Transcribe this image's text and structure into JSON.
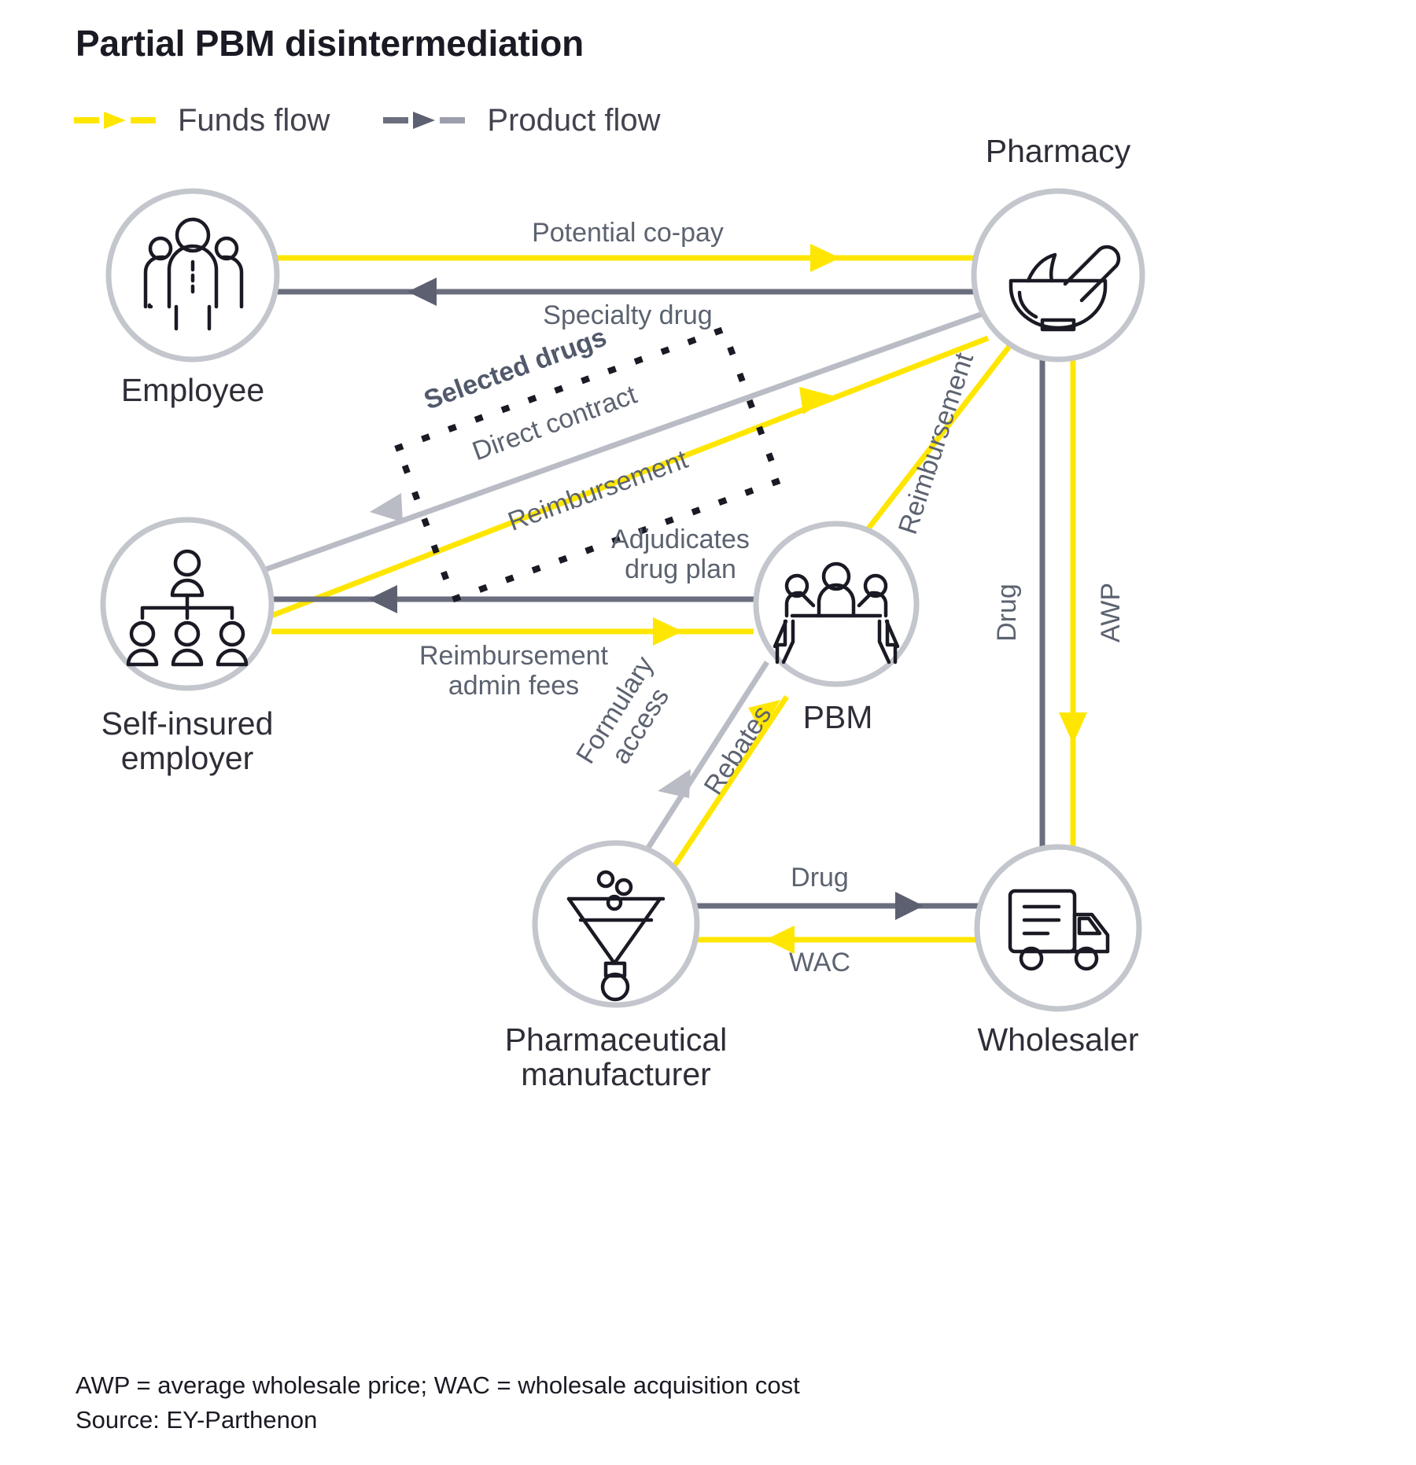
{
  "title": "Partial PBM disintermediation",
  "colors": {
    "funds": "#ffe600",
    "product": "#6b6e7e",
    "product_light": "#b9bcc4",
    "node_ring": "#c4c6cd",
    "label_text": "#5c6370",
    "title_text": "#1a1a24"
  },
  "legend": {
    "items": [
      {
        "label": "Funds flow",
        "key": "arrow-dash-yellow",
        "color": "#ffe600"
      },
      {
        "label": "Product flow",
        "key": "arrow-dash-gray",
        "color": "#6b6e7e"
      }
    ]
  },
  "nodes": [
    {
      "id": "employee",
      "label": "Employee",
      "icon": "people-group-icon"
    },
    {
      "id": "pharmacy",
      "label": "Pharmacy",
      "icon": "mortar-pestle-icon"
    },
    {
      "id": "employer",
      "label": "Self-insured\nemployer",
      "icon": "org-chart-icon"
    },
    {
      "id": "pbm",
      "label": "PBM",
      "icon": "meeting-table-icon"
    },
    {
      "id": "manufacturer",
      "label": "Pharmaceutical\nmanufacturer",
      "icon": "funnel-icon"
    },
    {
      "id": "wholesaler",
      "label": "Wholesaler",
      "icon": "delivery-truck-icon"
    }
  ],
  "edges": [
    {
      "id": "copay",
      "label": "Potential co-pay",
      "flow": "funds",
      "from": "employee",
      "to": "pharmacy"
    },
    {
      "id": "specialty-drug",
      "label": "Specialty drug",
      "flow": "product",
      "from": "pharmacy",
      "to": "employee"
    },
    {
      "id": "direct-contract",
      "label": "Direct contract",
      "flow": "product",
      "from": "pharmacy",
      "to": "employer"
    },
    {
      "id": "selected-drugs",
      "label": "Selected drugs",
      "flow": "callout",
      "from": "",
      "to": ""
    },
    {
      "id": "reimbursement-employer-pharmacy",
      "label": "Reimbursement",
      "flow": "funds",
      "from": "employer",
      "to": "pharmacy"
    },
    {
      "id": "adjudicates",
      "label": "Adjudicates\ndrug plan",
      "flow": "product",
      "from": "pbm",
      "to": "employer"
    },
    {
      "id": "reimbursement-admin-fees",
      "label": "Reimbursement\nadmin fees",
      "flow": "funds",
      "from": "employer",
      "to": "pbm"
    },
    {
      "id": "reimbursement-pbm-pharmacy",
      "label": "Reimbursement",
      "flow": "funds",
      "from": "pbm",
      "to": "pharmacy"
    },
    {
      "id": "formulary-access",
      "label": "Formulary\naccess",
      "flow": "product",
      "from": "pbm",
      "to": "manufacturer"
    },
    {
      "id": "rebates",
      "label": "Rebates",
      "flow": "funds",
      "from": "manufacturer",
      "to": "pbm"
    },
    {
      "id": "drug-right",
      "label": "Drug",
      "flow": "product",
      "from": "wholesaler",
      "to": "pharmacy"
    },
    {
      "id": "awp",
      "label": "AWP",
      "flow": "funds",
      "from": "pharmacy",
      "to": "wholesaler"
    },
    {
      "id": "drug-bottom",
      "label": "Drug",
      "flow": "product",
      "from": "manufacturer",
      "to": "wholesaler"
    },
    {
      "id": "wac",
      "label": "WAC",
      "flow": "funds",
      "from": "wholesaler",
      "to": "manufacturer"
    }
  ],
  "footnote": {
    "abbreviations": "AWP = average wholesale price; WAC = wholesale acquisition cost",
    "source": "Source: EY-Parthenon"
  }
}
